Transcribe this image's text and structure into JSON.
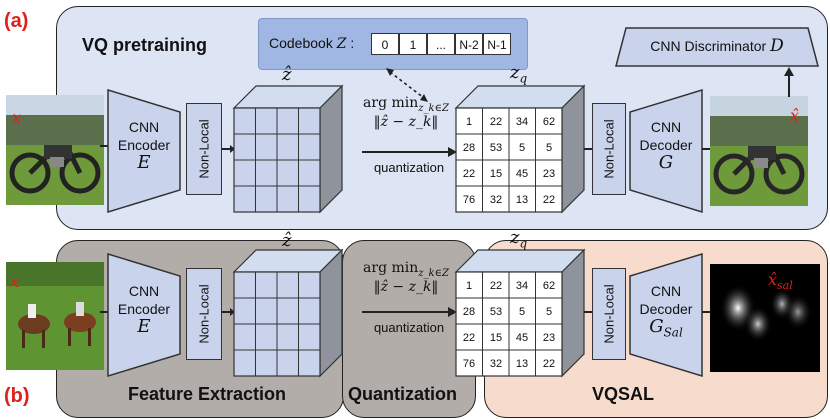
{
  "panels": {
    "a": {
      "label": "(a)",
      "title": "VQ pretraining",
      "input_symbol": "x",
      "output_symbol": "x̂",
      "encoder": {
        "line1": "CNN",
        "line2": "Encoder",
        "sym": "E"
      },
      "nonlocal_left": "Non-Local",
      "nonlocal_right": "Non-Local",
      "zhat": "ẑ",
      "zq": "z",
      "zq_sub": "q",
      "decoder": {
        "line1": "CNN",
        "line2": "Decoder",
        "sym": "G"
      },
      "discriminator": {
        "text": "CNN Discriminator",
        "sym": "D"
      },
      "codebook": {
        "label": "Codebook",
        "sym": "Z",
        "cells": [
          "0",
          "1",
          "...",
          "N-2",
          "N-1"
        ]
      },
      "quant": {
        "line1": "arg min",
        "sub": "z_k∈Z",
        "line2": "‖ẑ − z_k‖",
        "line3": "quantization"
      },
      "grid": [
        [
          "1",
          "22",
          "34",
          "62"
        ],
        [
          "28",
          "53",
          "5",
          "5"
        ],
        [
          "22",
          "15",
          "45",
          "23"
        ],
        [
          "76",
          "32",
          "13",
          "22"
        ]
      ]
    },
    "b": {
      "label": "(b)",
      "input_symbol": "x",
      "output_symbol": "x̂",
      "output_sub": "sal",
      "encoder": {
        "line1": "CNN",
        "line2": "Encoder",
        "sym": "E"
      },
      "nonlocal_left": "Non-Local",
      "nonlocal_right": "Non-Local",
      "zhat": "ẑ",
      "zq": "z",
      "zq_sub": "q",
      "decoder": {
        "line1": "CNN",
        "line2": "Decoder",
        "sym": "G",
        "sub": "Sal"
      },
      "quant": {
        "line1": "arg min",
        "sub": "z_k∈Z",
        "line2": "‖ẑ − z_k‖",
        "line3": "quantization"
      },
      "grid": [
        [
          "1",
          "22",
          "34",
          "62"
        ],
        [
          "28",
          "53",
          "5",
          "5"
        ],
        [
          "22",
          "15",
          "45",
          "23"
        ],
        [
          "76",
          "32",
          "13",
          "22"
        ]
      ],
      "regions": {
        "feature": "Feature Extraction",
        "quant": "Quantization",
        "vqsal": "VQSAL"
      }
    }
  },
  "colors": {
    "panel_a_bg": "#dde4f4",
    "feature_bg": "#b3adaa",
    "quant_bg": "#b3adaa",
    "vqsal_bg": "#f7dccd",
    "module": "#c9d4ec",
    "label_red": "#e0201a"
  }
}
